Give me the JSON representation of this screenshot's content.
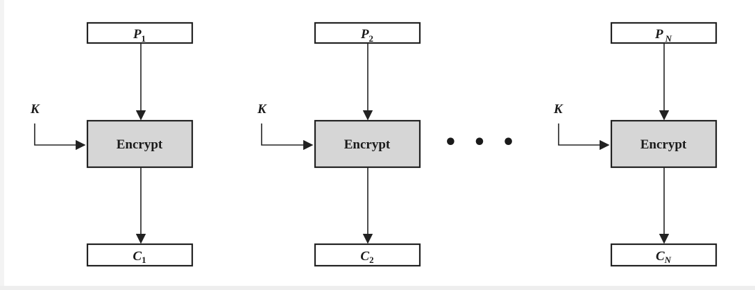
{
  "diagram": {
    "blocks": [
      {
        "plaintext": {
          "var": "P",
          "sub": "1"
        },
        "key": "K",
        "operation": "Encrypt",
        "ciphertext": {
          "var": "C",
          "sub": "1"
        }
      },
      {
        "plaintext": {
          "var": "P",
          "sub": "2"
        },
        "key": "K",
        "operation": "Encrypt",
        "ciphertext": {
          "var": "C",
          "sub": "2"
        }
      },
      {
        "plaintext": {
          "var": "P",
          "sub": "N"
        },
        "key": "K",
        "operation": "Encrypt",
        "ciphertext": {
          "var": "C",
          "sub": "N"
        }
      }
    ],
    "ellipsis": "• • •",
    "colors": {
      "encrypt_fill": "#d6d6d6",
      "stroke": "#222222",
      "background": "#ffffff"
    }
  }
}
